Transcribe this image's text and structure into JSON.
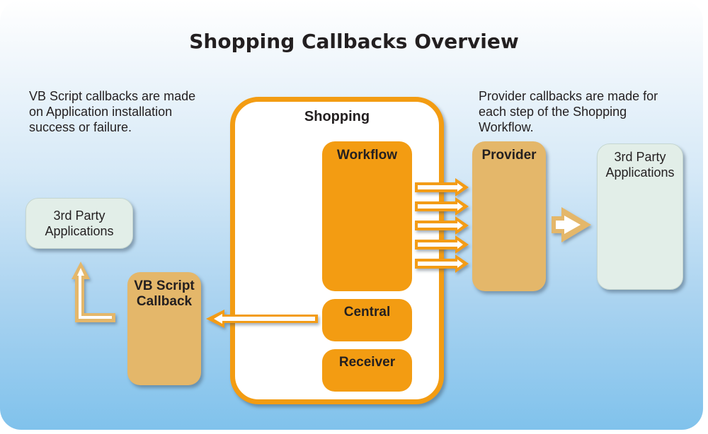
{
  "title": "Shopping Callbacks Overview",
  "notes": {
    "left": "VB Script callbacks are made\non Application installation\nsuccess or failure.",
    "right": "Provider callbacks are made for\neach step of the Shopping\nWorkflow."
  },
  "nodes": {
    "shopping": "Shopping",
    "workflow": "Workflow",
    "central": "Central",
    "receiver": "Receiver",
    "provider": "Provider",
    "vb_script_callback": "VB Script\nCallback",
    "third_party_left": "3rd Party\nApplications",
    "third_party_right": "3rd Party\nApplications"
  },
  "colors": {
    "orange": "#f39c12",
    "tan": "#e4b76a",
    "app_fill": "#e2eee8",
    "text": "#231f20"
  },
  "connections": [
    {
      "from": "Workflow",
      "to": "Provider",
      "count": 5
    },
    {
      "from": "Provider",
      "to": "3rd Party Applications (right)",
      "count": 1
    },
    {
      "from": "Central",
      "to": "VB Script Callback",
      "count": 1
    },
    {
      "from": "VB Script Callback",
      "to": "3rd Party Applications (left)",
      "count": 1
    }
  ]
}
